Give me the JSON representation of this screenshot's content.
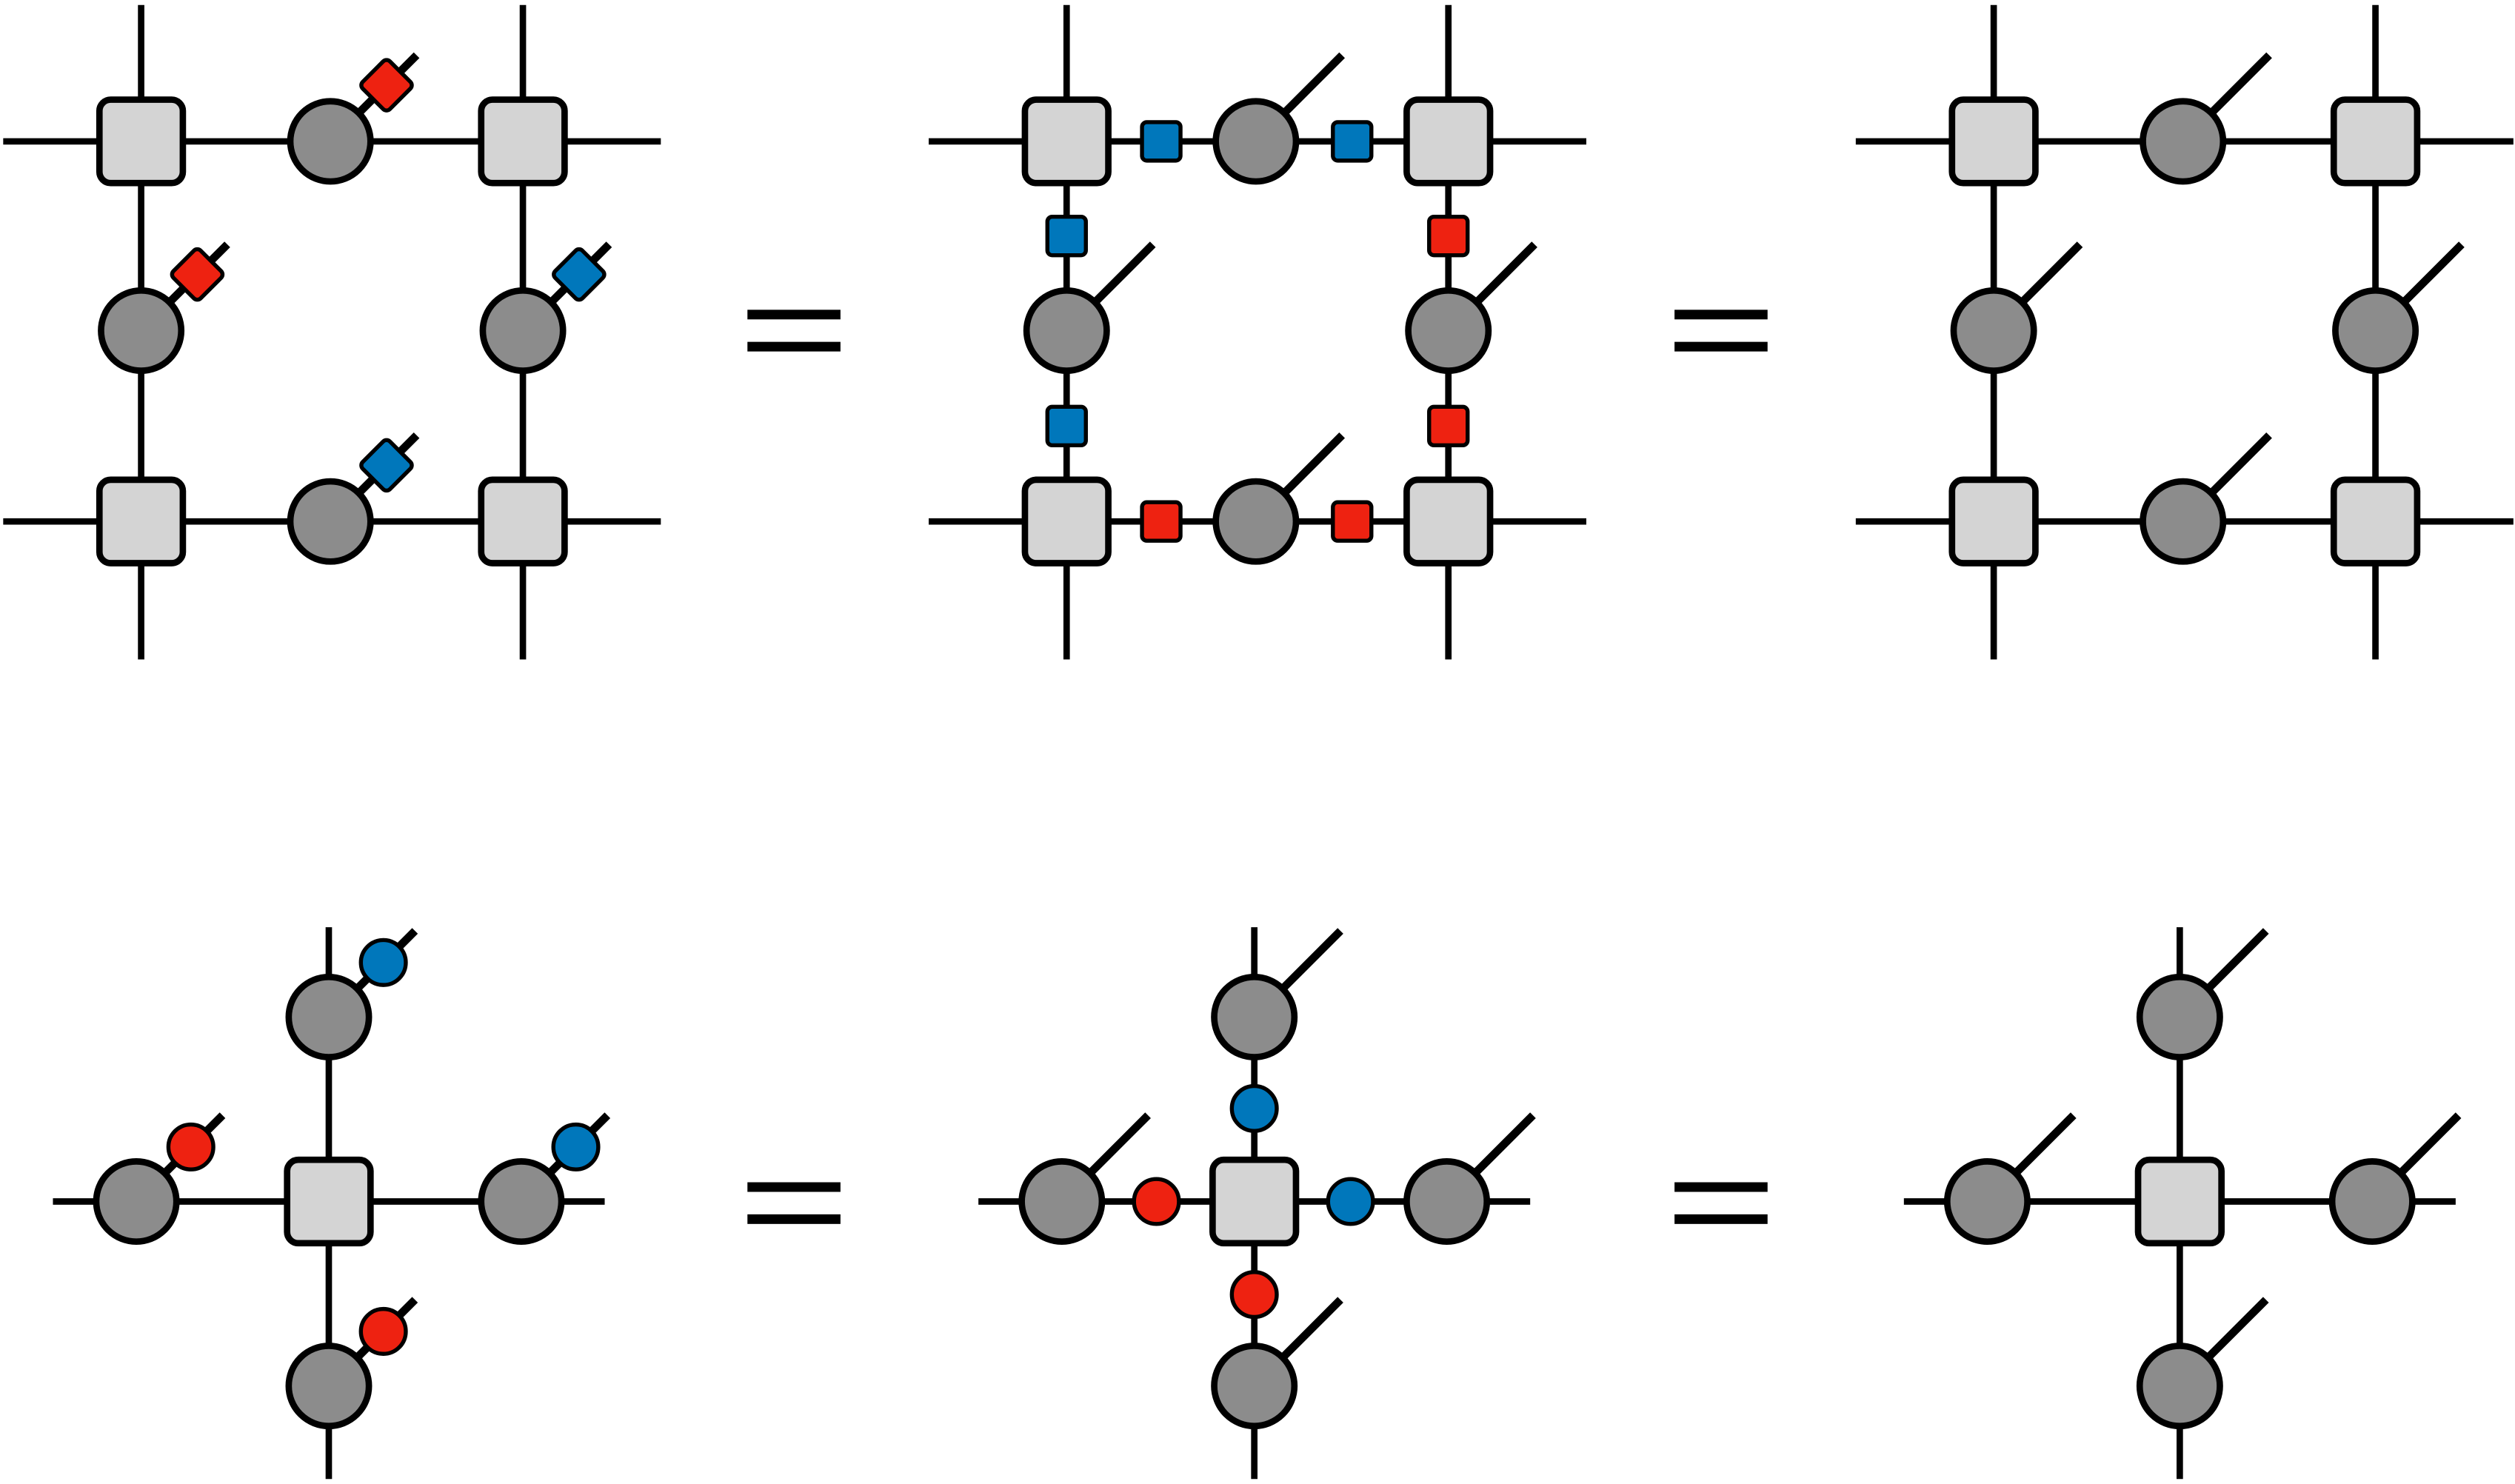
{
  "colors": {
    "background": "#ffffff",
    "stroke": "#000000",
    "site_fill": "#d4d4d4",
    "tensor_fill": "#8c8c8c",
    "red": "#ee2211",
    "blue": "#0077bb"
  },
  "equals_symbol": "=",
  "equations": [
    {
      "name": "plaquette-identity",
      "panels": [
        "plaquette-with-gauge-on-legs",
        "plaquette-with-gauge-on-bonds",
        "plaquette-invariant"
      ]
    },
    {
      "name": "star-identity",
      "panels": [
        "star-with-gauge-on-legs",
        "star-with-gauge-on-bonds",
        "star-invariant"
      ]
    }
  ]
}
